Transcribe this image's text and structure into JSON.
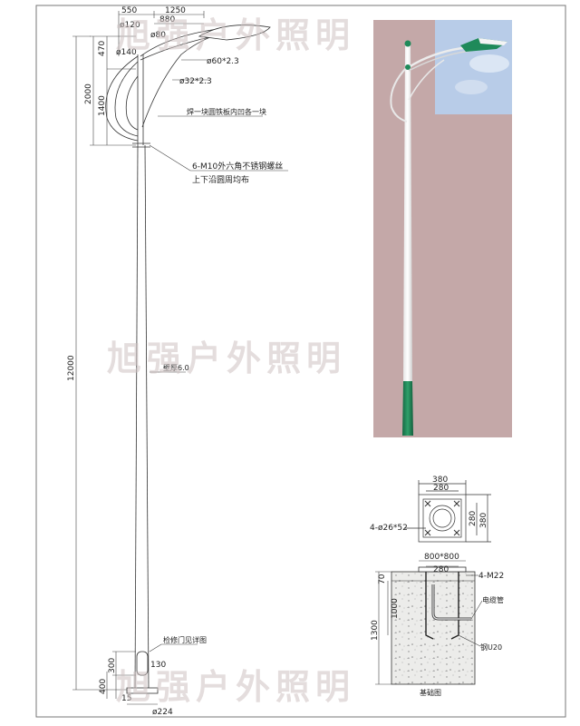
{
  "watermark": "旭强户外照明",
  "dims": {
    "d550": "550",
    "d1250": "1250",
    "d880": "880",
    "phi120": "ø120",
    "phi80": "ø80",
    "phi140": "ø140",
    "phi60": "ø60*2.3",
    "phi32": "ø32*2.3",
    "d470": "470",
    "d2000": "2000",
    "d1400": "1400",
    "d12000": "12000",
    "d400": "400",
    "d300": "300",
    "d15": "15",
    "d130": "130",
    "phi224": "ø224",
    "wall": "壁厚6.0"
  },
  "notes": {
    "weld": "焊一块圆铁板内凹各一块",
    "bolt1": "6-M10外六角不锈钢螺丝",
    "bolt2": "上下沿圆周均布",
    "door": "检修门见详图"
  },
  "flange": {
    "d380": "380",
    "d280": "280",
    "v280": "280",
    "v380": "380",
    "holes": "4-ø26*52"
  },
  "foundation": {
    "d800": "800*800",
    "d280": "280",
    "m22": "4-M22",
    "cable": "电缆管",
    "rebar": "钢U20",
    "d70": "70",
    "d1000": "1000",
    "d1300": "1300",
    "title": "基础图"
  },
  "colors": {
    "photo_bg": "#c4a8a8",
    "sky": "#b8cce8",
    "pole_green": "#1f8a5a",
    "pole_white": "#f4f4f4",
    "concrete": "#e8e8e4"
  }
}
